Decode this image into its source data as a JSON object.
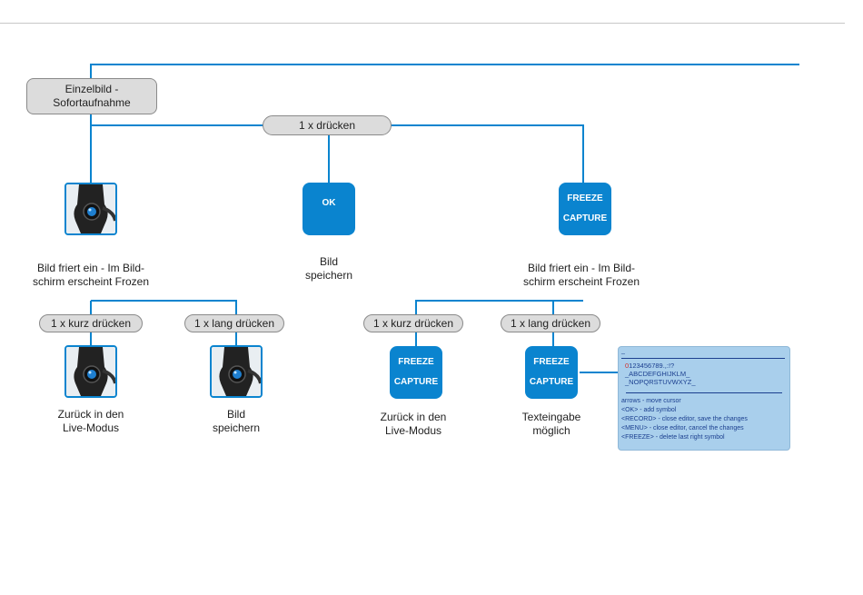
{
  "root": {
    "line1": "Einzelbild -",
    "line2": "Sofortaufnahme"
  },
  "press_once": "1 x drücken",
  "ok_button": "OK",
  "freeze_button": {
    "line1": "FREEZE",
    "line2": "CAPTURE"
  },
  "labels": {
    "left_freeze": {
      "line1": "Bild friert ein - Im Bild-",
      "line2": "schirm erscheint Frozen"
    },
    "ok_result": {
      "line1": "Bild",
      "line2": "speichern"
    },
    "right_freeze": {
      "line1": "Bild friert ein - Im Bild-",
      "line2": "schirm erscheint Frozen"
    },
    "left_short_result": {
      "line1": "Zurück in den",
      "line2": "Live-Modus"
    },
    "left_long_result": {
      "line1": "Bild",
      "line2": "speichern"
    },
    "right_short_result": {
      "line1": "Zurück in den",
      "line2": "Live-Modus"
    },
    "right_long_result": {
      "line1": "Texteingabe",
      "line2": "möglich"
    }
  },
  "short_press": "1 x kurz drücken",
  "long_press": "1 x lang drücken",
  "text_editor": {
    "cursor": "_",
    "row1_first": "0",
    "row1_rest": "123456789.,:!?",
    "row2": "_ABCDEFGHIJKLM_",
    "row3": "_NOPQRSTUVWXYZ_",
    "help": [
      "arrows  -  move cursor",
      "<OK>  -  add symbol",
      "<RECORD>  -  close editor, save the changes",
      "<MENU>  -  close editor, cancel the changes",
      "<FREEZE>  -  delete last right symbol"
    ]
  },
  "colors": {
    "accent": "#0a84cf",
    "pill_bg": "#dcdcdc",
    "screen_bg": "#a9cfec",
    "screen_text": "#1b3f8f"
  },
  "icons": {
    "camera_photo": "handheld-camera-lens-icon"
  }
}
